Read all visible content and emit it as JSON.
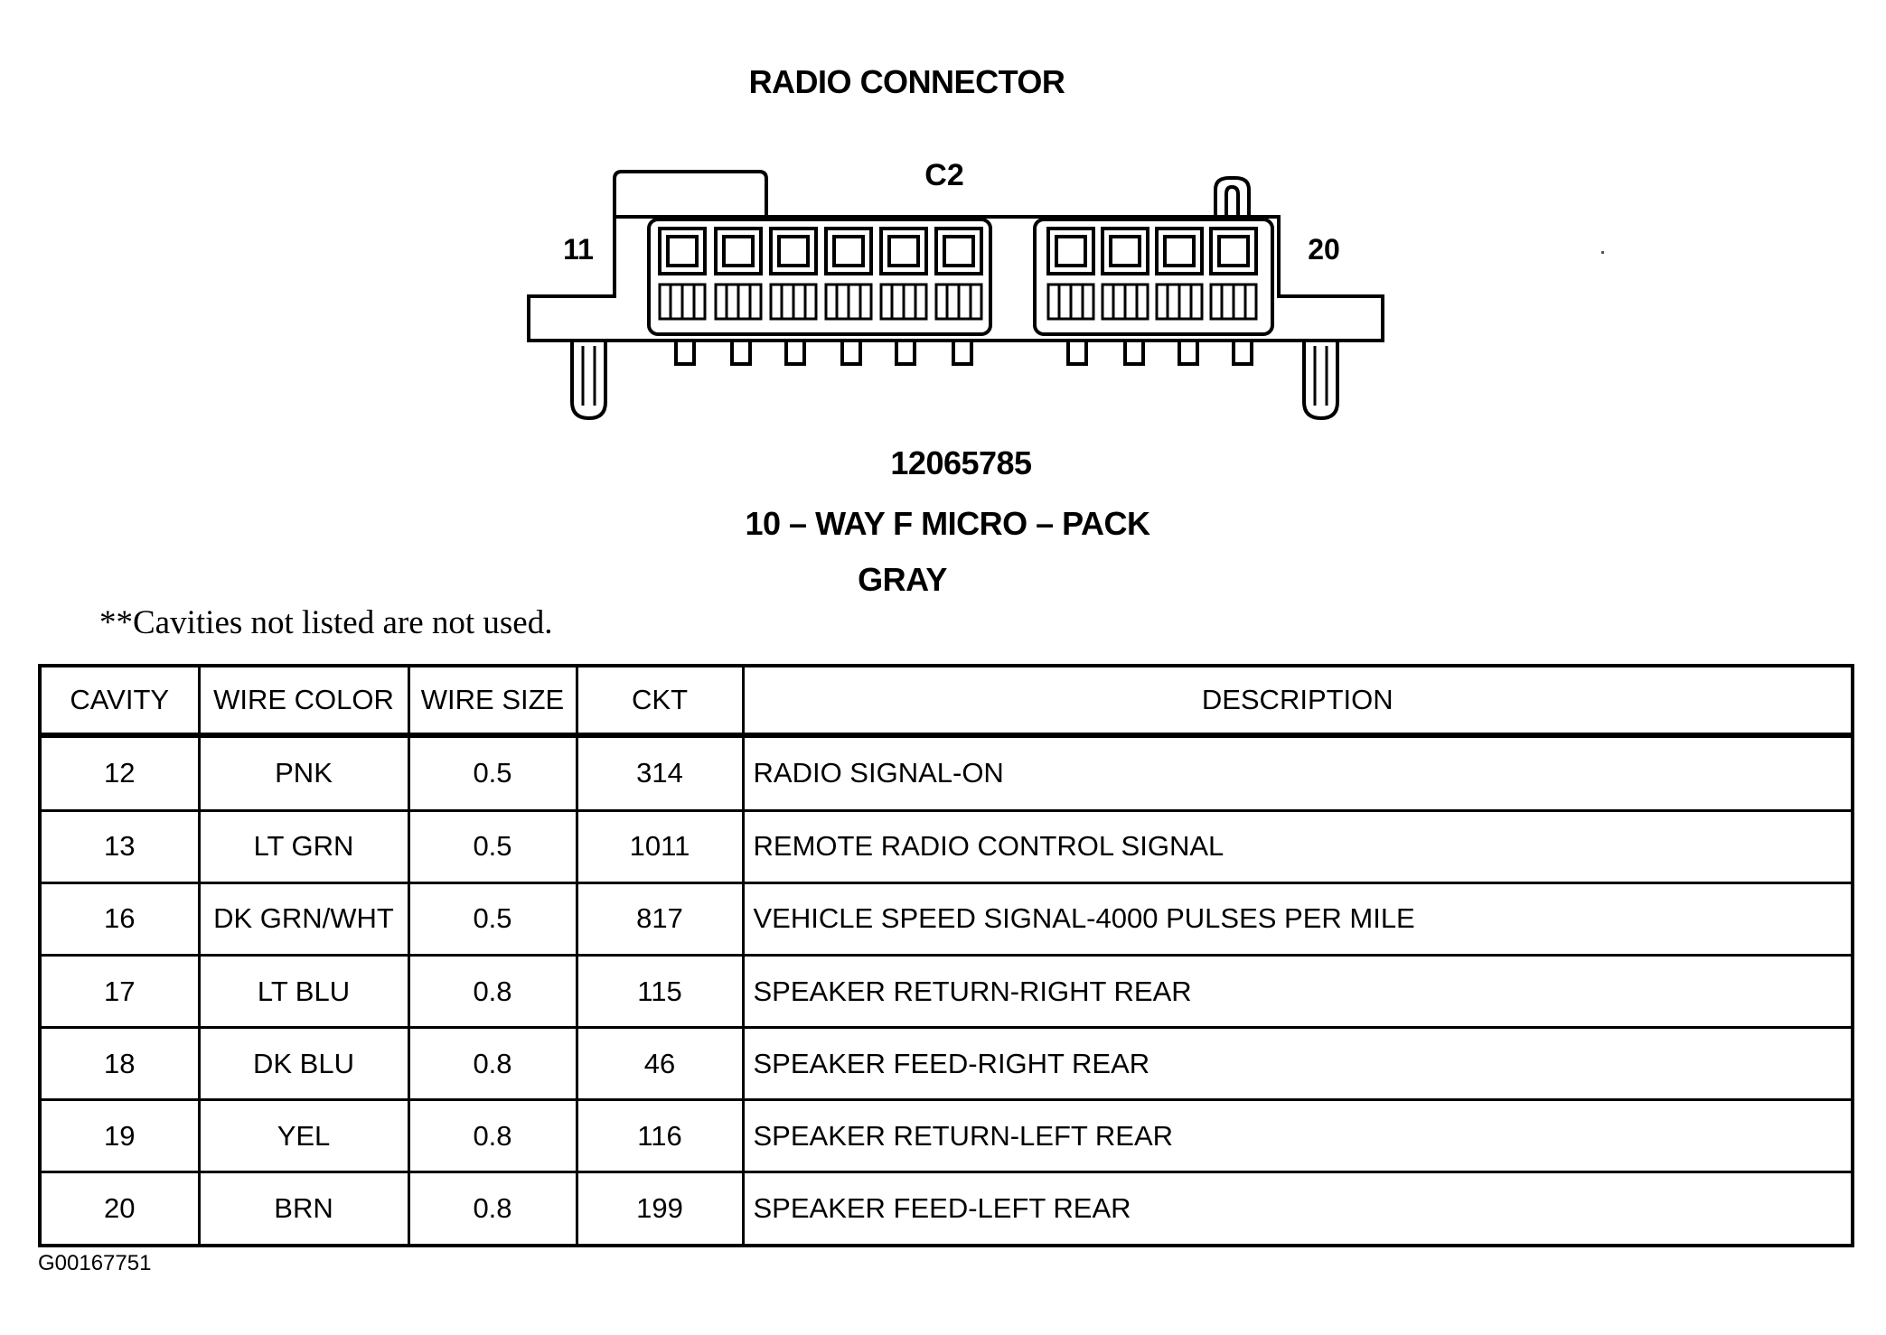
{
  "header": {
    "title": "RADIO CONNECTOR",
    "connector_id": "C2",
    "left_cavity": "11",
    "right_cavity": "20",
    "part_number": "12065785",
    "part_type": "10 – WAY F MICRO – PACK",
    "part_color": "GRAY"
  },
  "note": "**Cavities not listed are not used.",
  "table": {
    "headers": [
      "CAVITY",
      "WIRE COLOR",
      "WIRE SIZE",
      "CKT",
      "DESCRIPTION"
    ],
    "rows": [
      {
        "cavity": "12",
        "wire_color": "PNK",
        "wire_size": "0.5",
        "ckt": "314",
        "description": "RADIO SIGNAL-ON"
      },
      {
        "cavity": "13",
        "wire_color": "LT GRN",
        "wire_size": "0.5",
        "ckt": "1011",
        "description": "REMOTE RADIO CONTROL SIGNAL"
      },
      {
        "cavity": "16",
        "wire_color": "DK GRN/WHT",
        "wire_size": "0.5",
        "ckt": "817",
        "description": "VEHICLE SPEED SIGNAL-4000 PULSES PER MILE"
      },
      {
        "cavity": "17",
        "wire_color": "LT BLU",
        "wire_size": "0.8",
        "ckt": "115",
        "description": "SPEAKER RETURN-RIGHT REAR"
      },
      {
        "cavity": "18",
        "wire_color": "DK BLU",
        "wire_size": "0.8",
        "ckt": "46",
        "description": "SPEAKER FEED-RIGHT REAR"
      },
      {
        "cavity": "19",
        "wire_color": "YEL",
        "wire_size": "0.8",
        "ckt": "116",
        "description": "SPEAKER RETURN-LEFT REAR"
      },
      {
        "cavity": "20",
        "wire_color": "BRN",
        "wire_size": "0.8",
        "ckt": "199",
        "description": "SPEAKER FEED-LEFT REAR"
      }
    ]
  },
  "figure_code": "G00167751"
}
